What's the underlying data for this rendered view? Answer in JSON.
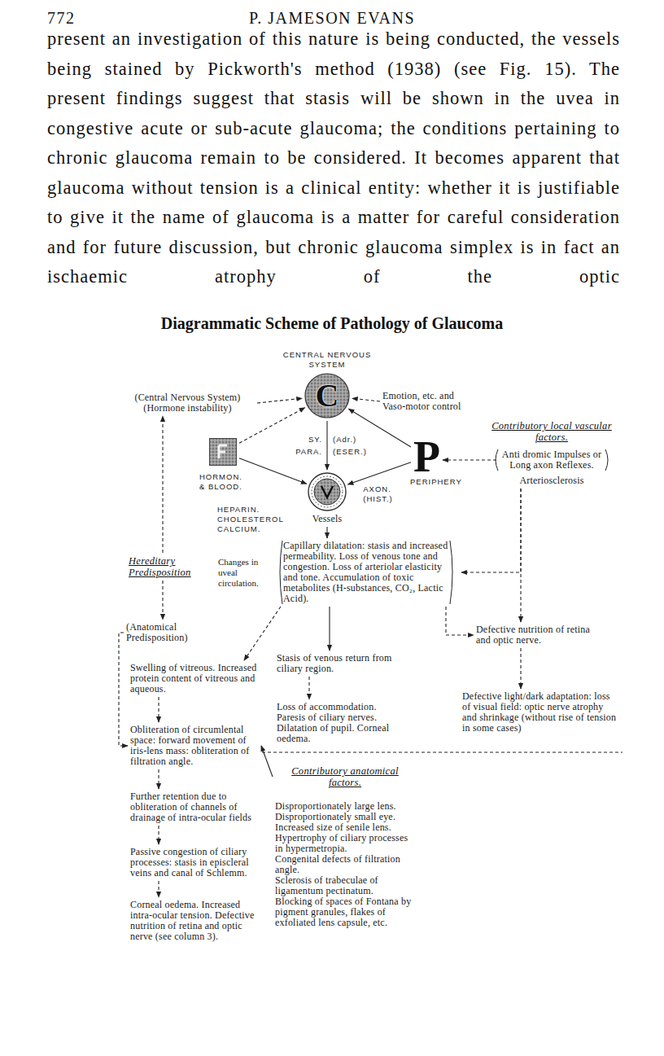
{
  "diagram": {
    "title": "Diagrammatic Scheme of Pathology of Glaucoma",
    "nodes": [
      {
        "text": [
          "(Central Nervous System) (Hormone instability)"
        ]
      },
      {
        "text": [
          "CENTRAL NERVOUS SYSTEM",
          "C"
        ]
      },
      {
        "text": [
          "Emotion, etc. and Vaso-motor control"
        ]
      },
      {
        "text": [
          "HORMON. & BLOOD.",
          "HEPARIN. CHOLESTEROL CALCIUM."
        ]
      },
      {
        "text": [
          "P",
          "PERIPHERY"
        ]
      },
      {
        "text": [
          "Contributory local vascular factors.",
          "Anti dromic Impulses or Long axon Reflexes.",
          "Arteriosclerosis"
        ]
      },
      {
        "text": [
          "Vessels"
        ]
      },
      {
        "text": [
          "Hereditary Predisposition"
        ]
      },
      {
        "text": [
          "Changes in uveal circulation.",
          "Capillary dilatation: stasis and increased permeability. Loss of venous tone and congestion. Loss of arteriolar elasticity and tone. Accumulation of toxic metabolites (H-substances, CO₂, Lactic Acid)."
        ]
      },
      {
        "text": [
          "(Anatomical Predisposition)"
        ]
      },
      {
        "text": [
          "Defective nutrition of retina and optic nerve."
        ]
      },
      {
        "text": [
          "Swelling of vitreous. Increased protein content of vitreous and aqueous."
        ]
      },
      {
        "text": [
          "Stasis of venous return from ciliary region."
        ]
      },
      {
        "text": [
          "Loss of accommodation. Paresis of ciliary nerves. Dilatation of pupil. Corneal oedema."
        ]
      },
      {
        "text": [
          "Defective light/dark adaptation: loss of visual field: optic nerve atrophy and shrinkage (without rise of tension in some cases)"
        ]
      },
      {
        "text": [
          "Obliteration of circumlental space: forward movement of iris-lens mass: obliteration of filtration angle."
        ]
      },
      {
        "text": [
          "Contributory anatomical factors.",
          "Disproportionately large lens.",
          "Disproportionately small eye.",
          "Increased size of senile lens.",
          "Hypertrophy of ciliary processes in hypermetropia.",
          "Congenital defects of filtration angle.",
          "Sclerosis of trabeculae of ligamentum pectinatum.",
          "Blocking of spaces of Fontana by pigment granules, flakes of exfoliated lens capsule, etc."
        ]
      },
      {
        "text": [
          "Further retention due to obliteration of channels of drainage of intra-ocular fields"
        ]
      },
      {
        "text": [
          "Passive congestion of ciliary processes: stasis in episcleral veins and canal of Schlemm."
        ]
      },
      {
        "text": [
          "Corneal oedema. Increased intra-ocular tension. Defective nutrition of retina and optic nerve (see column 3)."
        ]
      }
    ],
    "edges": [
      {
        "from": 0,
        "to": 1,
        "arrow": "to"
      },
      {
        "from": 2,
        "to": 1,
        "arrow": "to"
      },
      {
        "from": 3,
        "to": 1,
        "arrow": "to"
      },
      {
        "from": 1,
        "to": 6,
        "arrow": "to"
      },
      {
        "from": 3,
        "to": 6,
        "arrow": "to"
      },
      {
        "from": 4,
        "to": 1,
        "arrow": "to"
      },
      {
        "from": 4,
        "to": 6,
        "label": "AXON. (HIST.)",
        "arrow": "to"
      },
      {
        "from": 5,
        "to": 4,
        "arrow": "to"
      },
      {
        "from": 5,
        "to": 8,
        "arrow": "to"
      },
      {
        "from": 5,
        "to": 10,
        "arrow": "to"
      },
      {
        "from": 6,
        "to": 8,
        "arrow": "to"
      },
      {
        "from": 7,
        "to": 0,
        "arrow": "to"
      },
      {
        "from": 7,
        "to": 9,
        "arrow": "to"
      },
      {
        "from": 8,
        "to": 10,
        "arrow": "to"
      },
      {
        "from": 8,
        "to": 11,
        "arrow": "to"
      },
      {
        "from": 8,
        "to": 12,
        "arrow": "to"
      },
      {
        "from": 12,
        "to": 13,
        "arrow": "to"
      },
      {
        "from": 10,
        "to": 14,
        "arrow": "to"
      },
      {
        "from": 9,
        "to": 15,
        "arrow": "to"
      },
      {
        "from": 11,
        "to": 15,
        "arrow": "to"
      },
      {
        "from": 16,
        "to": 15,
        "arrow": "to"
      },
      {
        "from": 15,
        "to": 17,
        "arrow": "to"
      },
      {
        "from": 17,
        "to": 18,
        "arrow": "to"
      },
      {
        "from": 18,
        "to": 19,
        "arrow": "to"
      }
    ],
    "labels": [
      "772",
      "P. JAMESON EVANS",
      "present an investigation of this nature is being conducted, the vessels being stained by Pickworth's method (1938) (see Fig. 15). The present findings suggest that stasis will be shown in the uvea in congestive acute or sub-acute glaucoma; the conditions pertaining to chronic glaucoma remain to be considered. It becomes apparent that glaucoma without tension is a clinical entity: whether it is justifiable to give it the name of glaucoma is a matter for careful consideration and for future discussion, but chronic glaucoma simplex is in fact an ischaemic atrophy of the optic",
      "SY.",
      "PARA.",
      "(Adr.)",
      "(ESER.)"
    ]
  }
}
